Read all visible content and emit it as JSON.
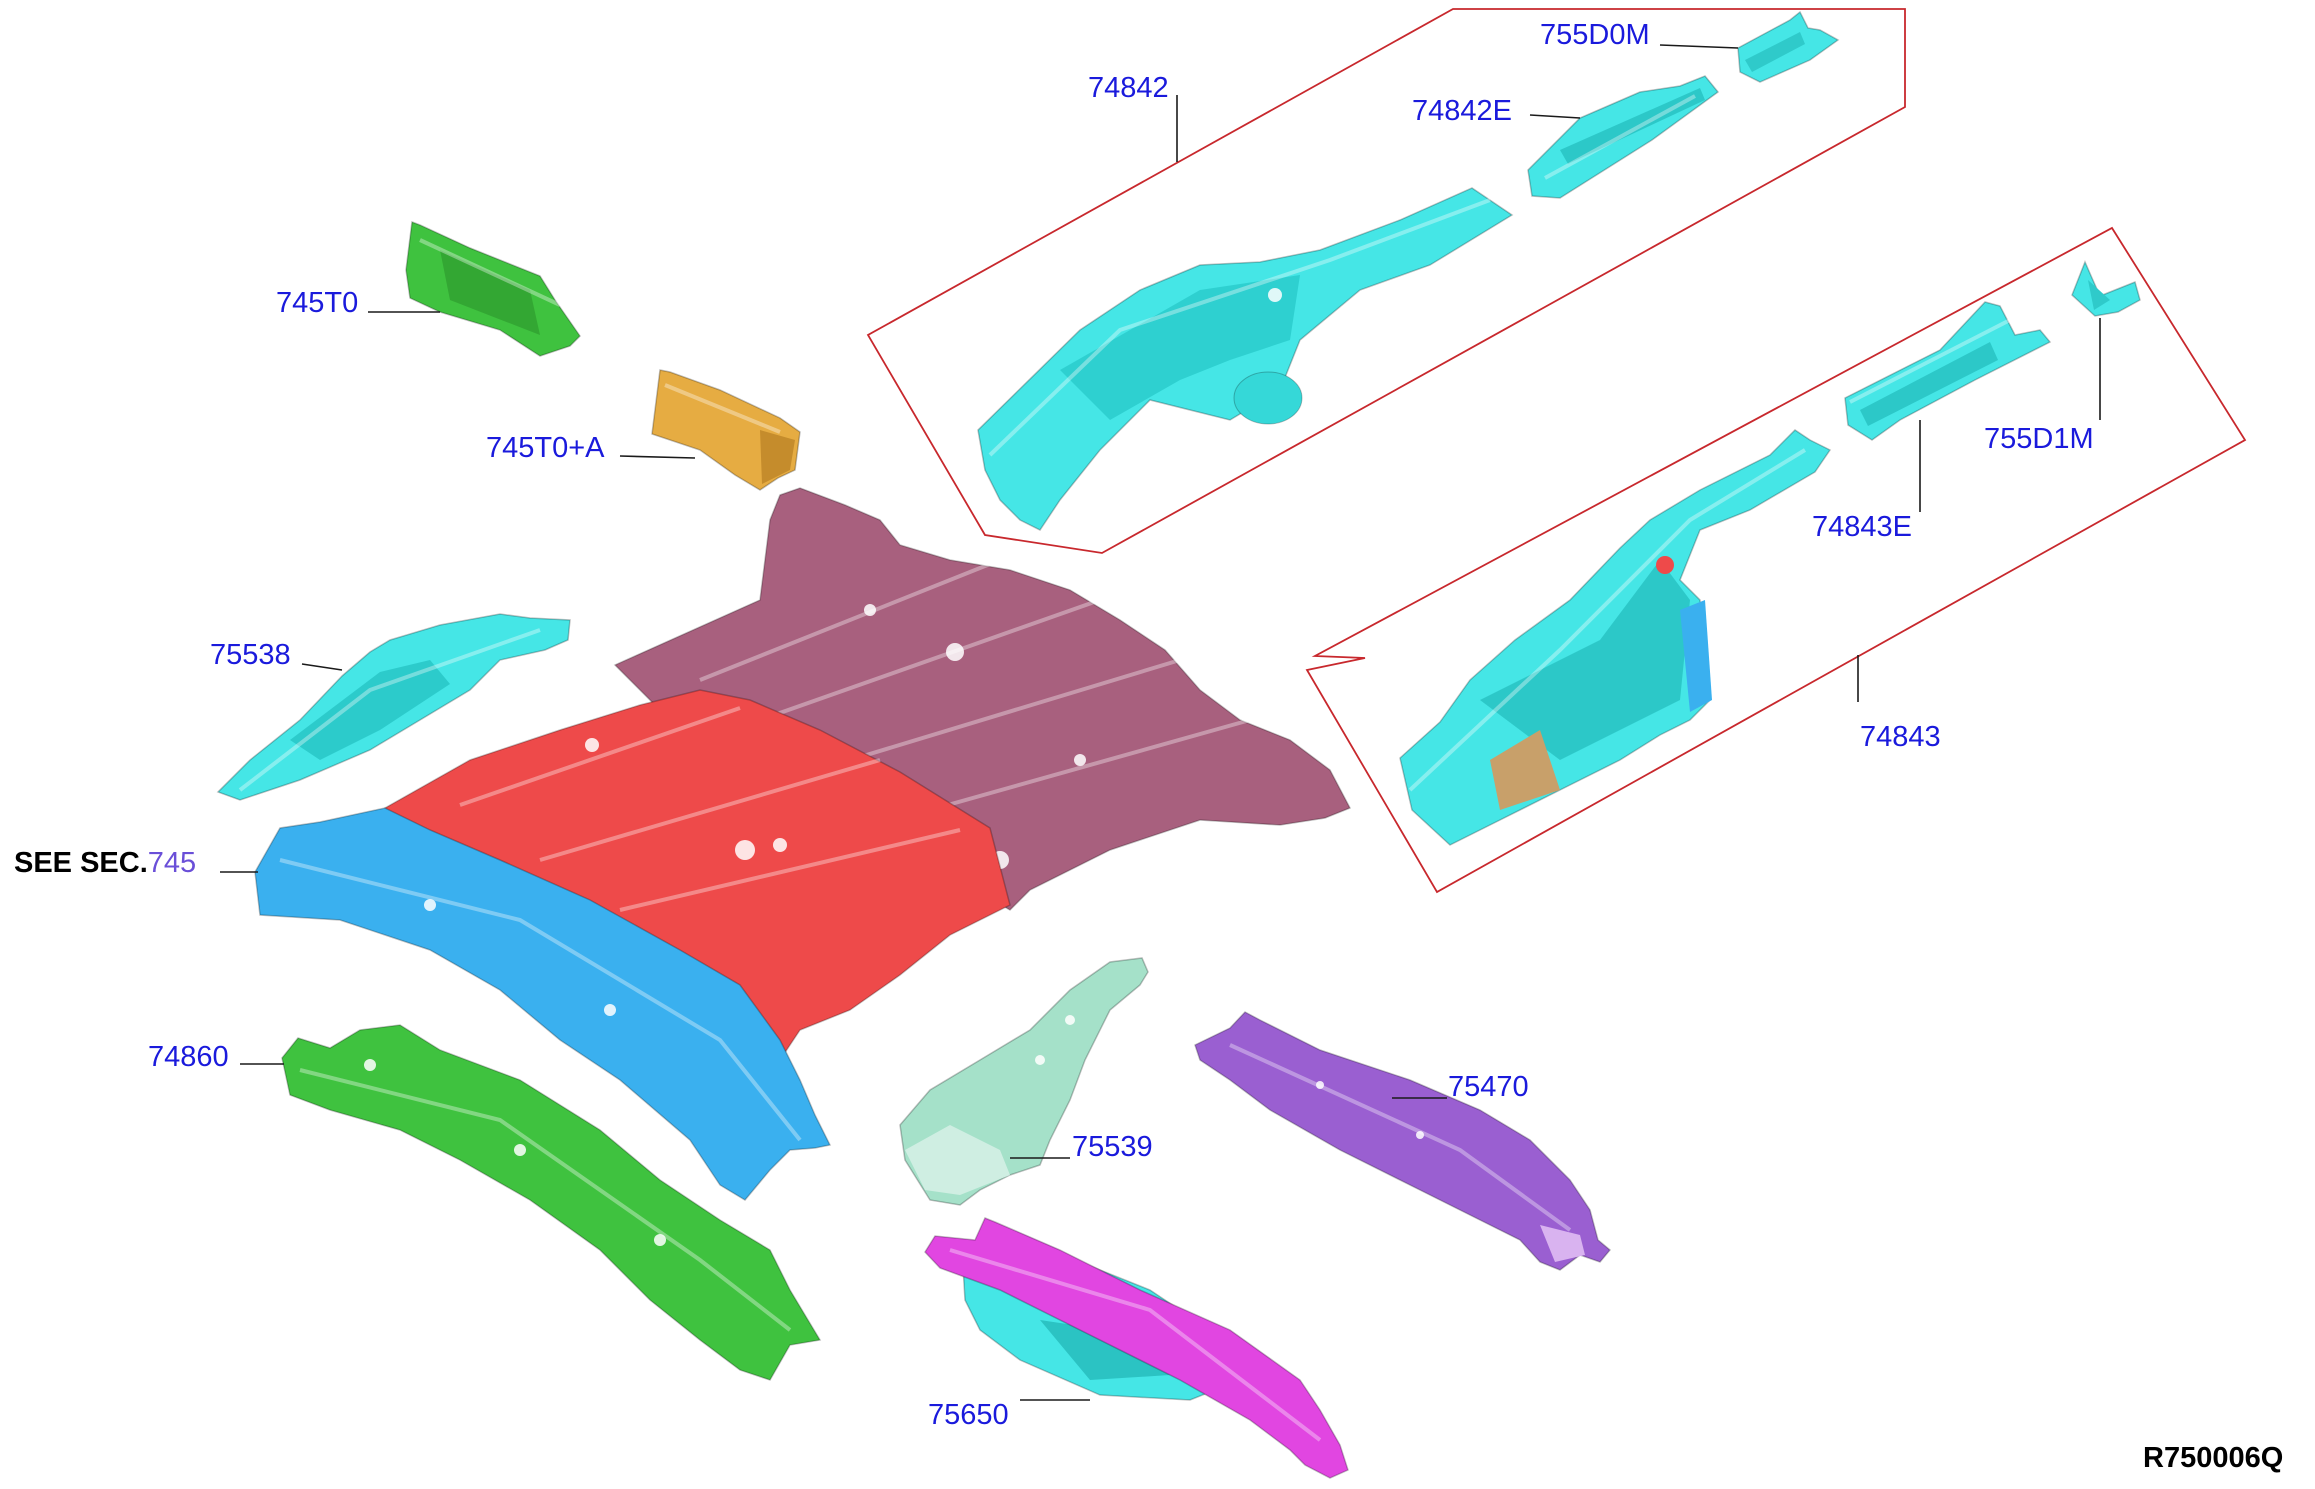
{
  "diagram": {
    "reference_code": "R750006Q",
    "see_section": {
      "prefix": "SEE SEC.",
      "number": "745"
    },
    "callouts": {
      "p74842": "74842",
      "p755D0M": "755D0M",
      "p74842E": "74842E",
      "p745T0": "745T0",
      "p745T0A": "745T0+A",
      "p75538": "75538",
      "p74843E": "74843E",
      "p755D1M": "755D1M",
      "p74843": "74843",
      "p74860": "74860",
      "p75470": "75470",
      "p75539": "75539",
      "p75650": "75650"
    },
    "colors": {
      "frame": "#c8282d",
      "callout_text": "#1a1adc",
      "cyan_part": "#45e6e6",
      "green_part": "#3fc23f",
      "orange_part": "#e6ac42",
      "mauve_part": "#a8607e",
      "red_part": "#ee4a4a",
      "blue_part": "#3ab0ef",
      "mint_part": "#a5e1c9",
      "purple_part": "#9a5fd1",
      "magenta_part": "#e146e1"
    }
  }
}
